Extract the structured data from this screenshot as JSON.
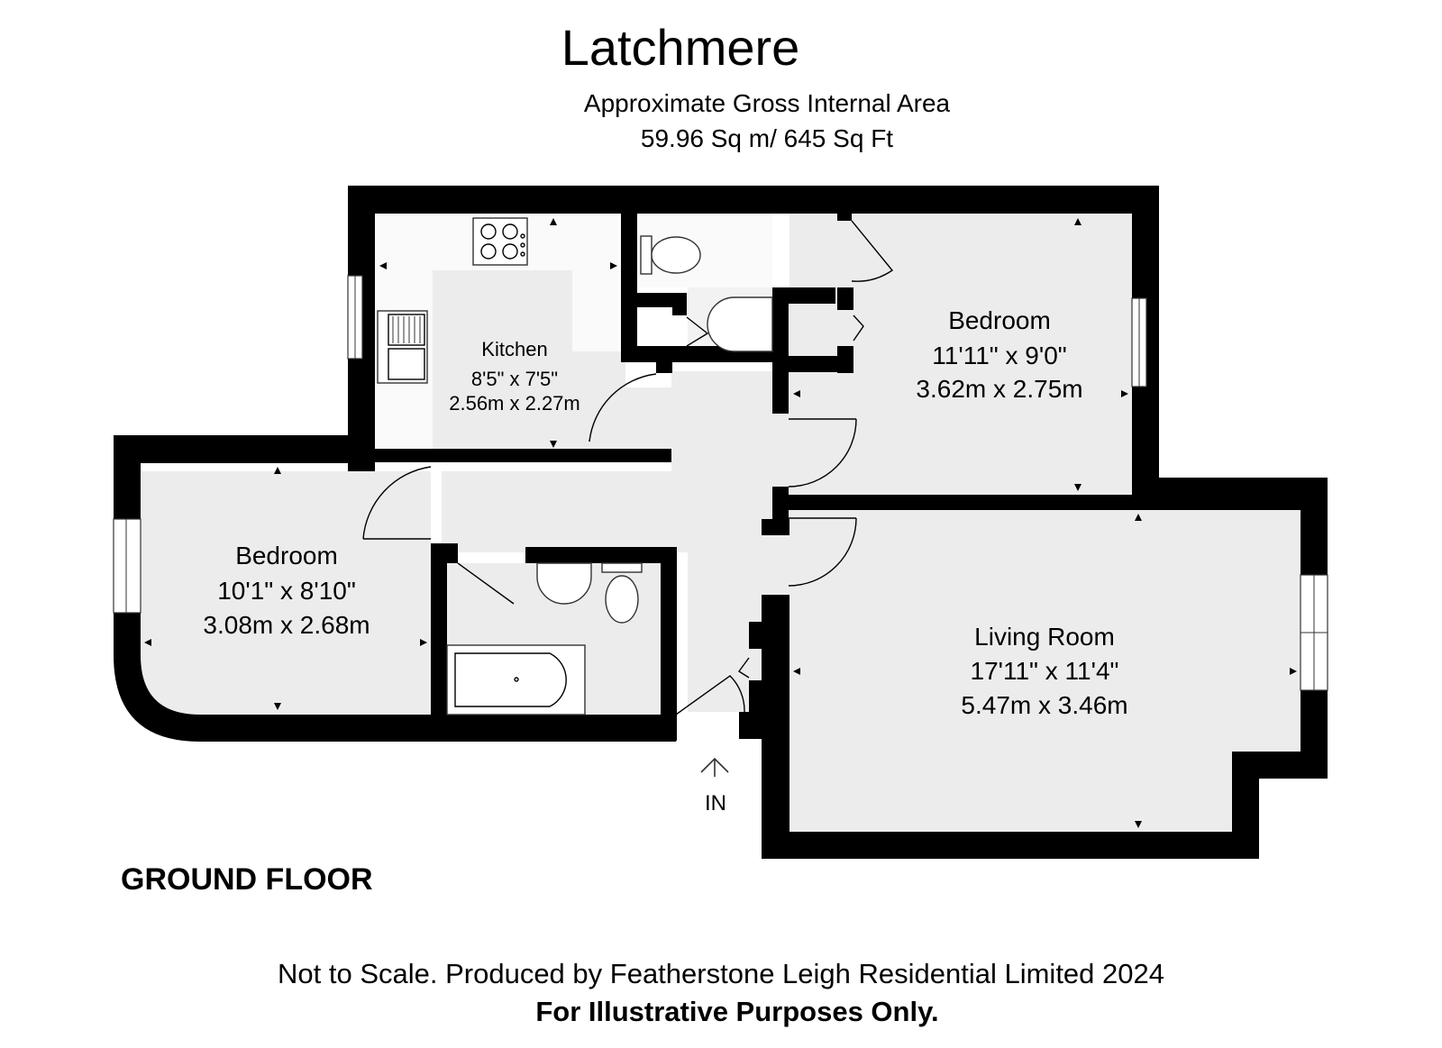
{
  "title": "Latchmere",
  "area": {
    "line1": "Approximate Gross Internal Area",
    "line2": "59.96 Sq m/ 645 Sq Ft"
  },
  "rooms": {
    "kitchen": {
      "name": "Kitchen",
      "imperial": "8'5\" x 7'5\"",
      "metric": "2.56m x 2.27m"
    },
    "bedroom1": {
      "name": "Bedroom",
      "imperial": "11'11\" x 9'0\"",
      "metric": "3.62m x 2.75m"
    },
    "bedroom2": {
      "name": "Bedroom",
      "imperial": "10'1\" x 8'10\"",
      "metric": "3.08m x 2.68m"
    },
    "living": {
      "name": "Living Room",
      "imperial": "17'11\" x 11'4\"",
      "metric": "5.47m x 3.46m"
    }
  },
  "entrance_label": "IN",
  "floor_label": "GROUND FLOOR",
  "footer": {
    "line1": "Not to Scale. Produced by Featherstone Leigh Residential Limited 2024",
    "line2": "For Illustrative Purposes Only."
  },
  "colors": {
    "wall": "#000000",
    "floor": "#ececec"
  }
}
